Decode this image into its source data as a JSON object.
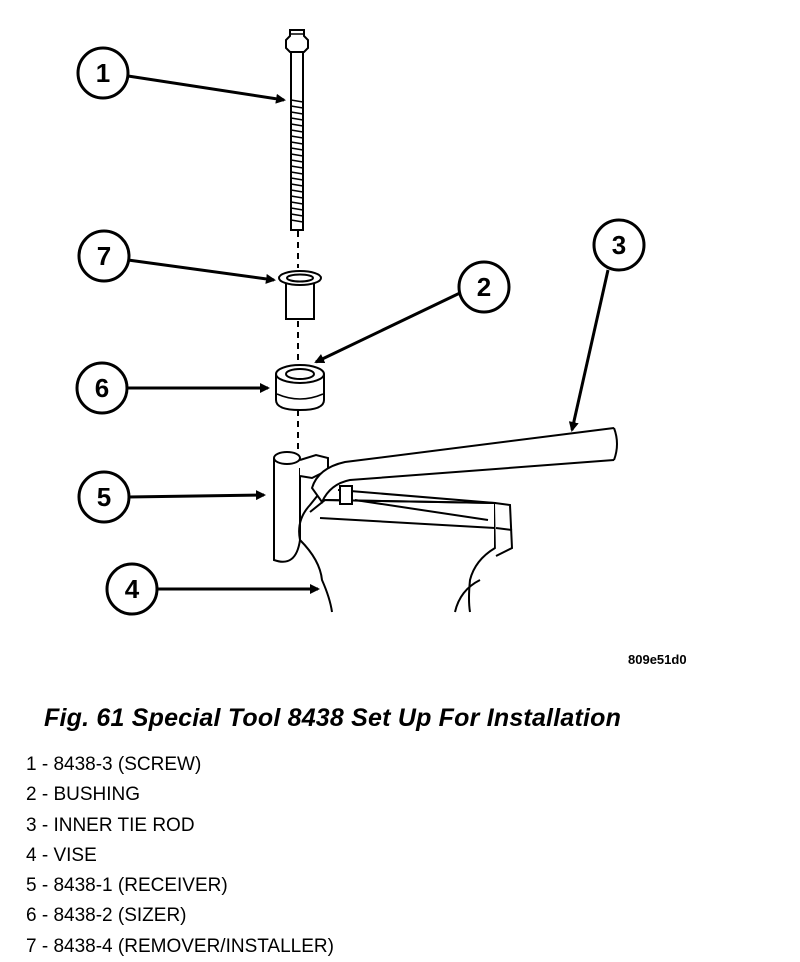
{
  "figure": {
    "image_code": "809e51d0",
    "caption": "Fig. 61 Special Tool 8438 Set Up For Installation"
  },
  "callouts": [
    "1",
    "2",
    "3",
    "4",
    "5",
    "6",
    "7"
  ],
  "legend": [
    "1 - 8438-3 (SCREW)",
    "2 - BUSHING",
    "3 - INNER TIE ROD",
    "4 - VISE",
    "5 - 8438-1 (RECEIVER)",
    "6 - 8438-2 (SIZER)",
    "7 - 8438-4 (REMOVER/INSTALLER)"
  ]
}
